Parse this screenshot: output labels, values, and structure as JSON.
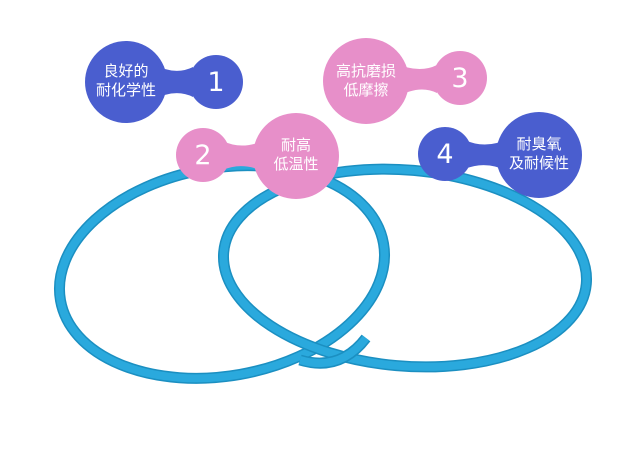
{
  "colors": {
    "blue": "#4a5ecf",
    "pink": "#e78fc9",
    "ring": "#27a5d9",
    "ring_shade": "#1b8fc1"
  },
  "features": [
    {
      "number": "1",
      "line1": "良好的",
      "line2": "耐化学性",
      "color": "blue"
    },
    {
      "number": "2",
      "line1": "耐高",
      "line2": "低温性",
      "color": "pink"
    },
    {
      "number": "3",
      "line1": "高抗磨损",
      "line2": "低摩擦",
      "color": "pink"
    },
    {
      "number": "4",
      "line1": "耐臭氧",
      "line2": "及耐候性",
      "color": "blue"
    }
  ],
  "product": {
    "name": "o-ring-pair",
    "count": 2
  }
}
